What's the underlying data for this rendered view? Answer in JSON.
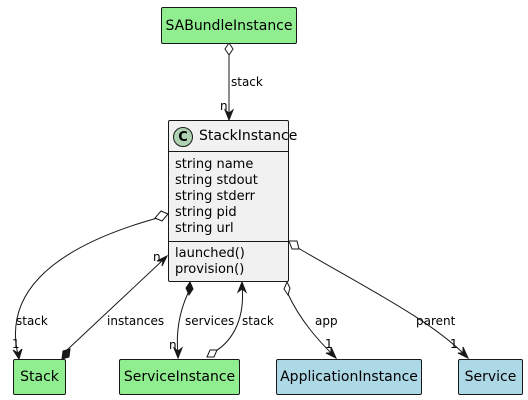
{
  "nodes": {
    "sabundle": "SABundleInstance",
    "stack": "Stack",
    "serviceinstance": "ServiceInstance",
    "applicationinstance": "ApplicationInstance",
    "service": "Service"
  },
  "main_class": {
    "badge": "C",
    "name": "StackInstance",
    "attributes": [
      "string name",
      "string stdout",
      "string stderr",
      "string pid",
      "string url"
    ],
    "methods": [
      "launched()",
      "provision()"
    ]
  },
  "edges": {
    "sabundle_stack_label": "stack",
    "sabundle_stack_mult": "n",
    "to_stack_label": "stack",
    "to_stack_mult": "1",
    "instances_label": "instances",
    "instances_mult": "n",
    "services_label": "services",
    "services_mult": "n",
    "svc_stack_label": "stack",
    "app_label": "app",
    "app_mult": "1",
    "parent_label": "parent",
    "parent_mult": "1"
  },
  "colors": {
    "green_node": "#90ee90",
    "blue_node": "#add8e6",
    "class_fill": "#f1f1f1",
    "class_badge": "#add1b2",
    "line": "#181818"
  }
}
